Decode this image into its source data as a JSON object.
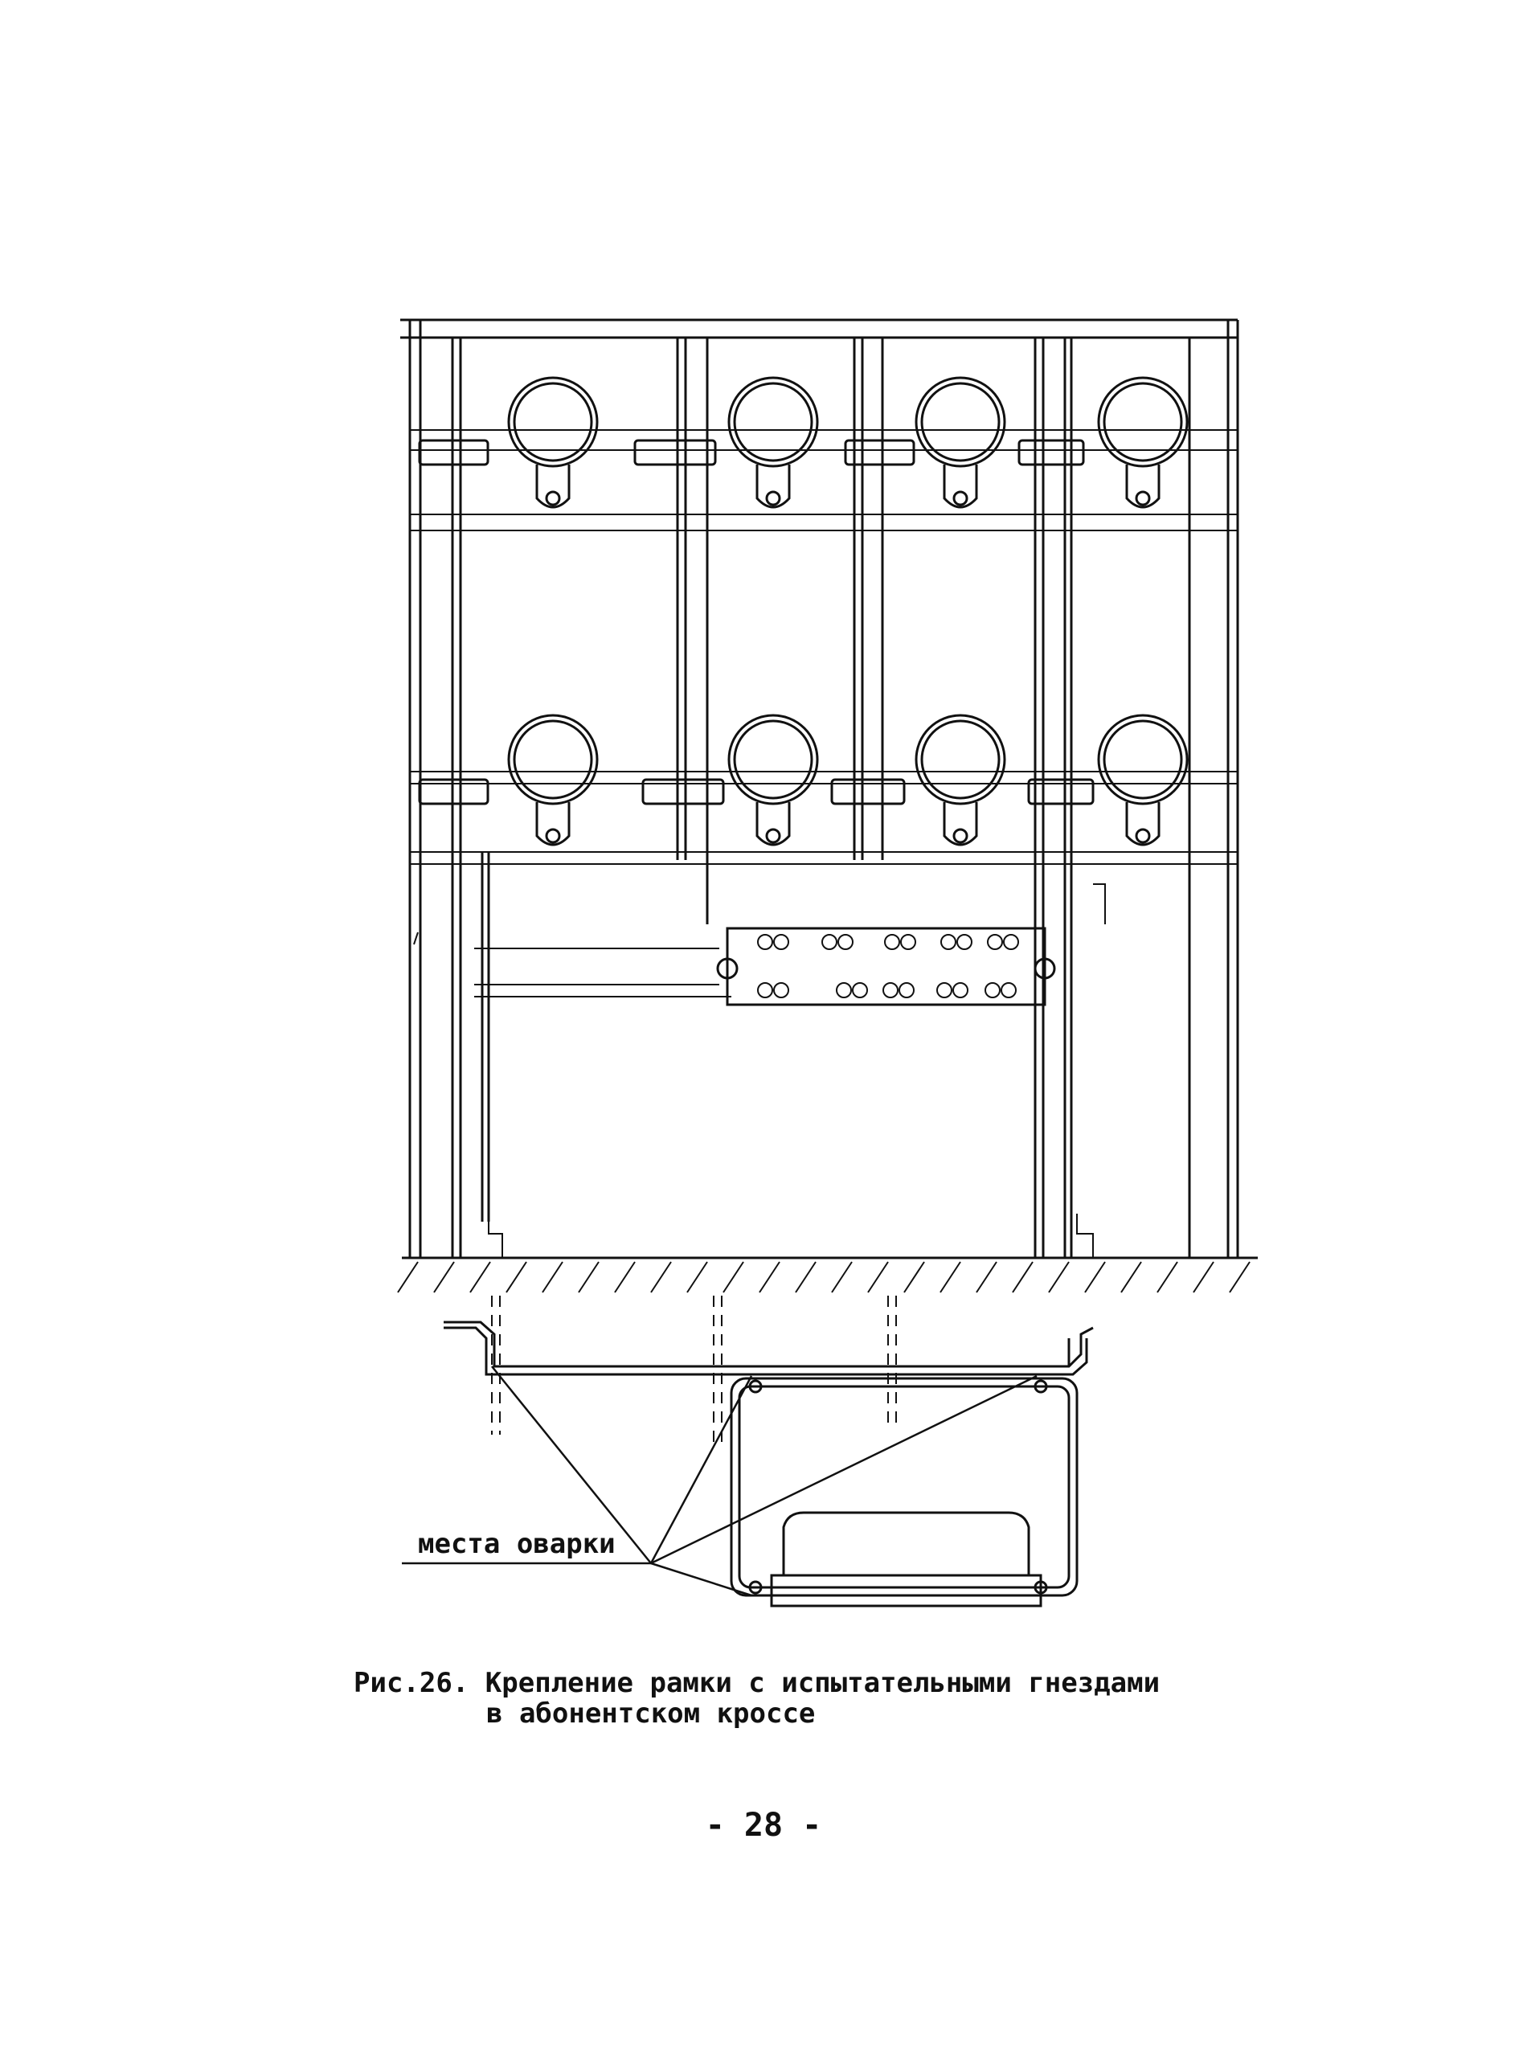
{
  "figure": {
    "weld_label": "места оварки"
  },
  "caption": {
    "prefix": "Рис.26.",
    "line1": "Крепление рамки с испытательными гнездами",
    "line2": "в абонентском кроссе"
  },
  "page_number": "- 28 -"
}
